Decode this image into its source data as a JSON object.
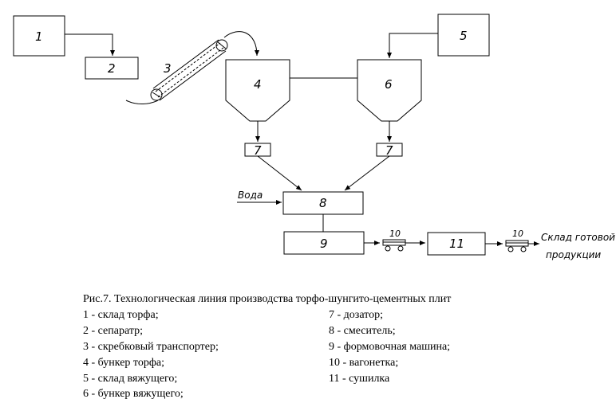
{
  "diagram": {
    "labels": {
      "n1": "1",
      "n2": "2",
      "n3": "3",
      "n4": "4",
      "n5": "5",
      "n6": "6",
      "n7a": "7",
      "n7b": "7",
      "n8": "8",
      "n9": "9",
      "n10a": "10",
      "n10b": "10",
      "n11": "11",
      "water": "Вода",
      "warehouse_line1": "Склад готовой",
      "warehouse_line2": "продукции"
    }
  },
  "caption": {
    "title": "Рис.7. Технологическая линия производства торфо-шунгито-цементных плит",
    "legend_left": [
      "1 - склад торфа;",
      "2 - сепаратр;",
      "3 - скребковый транспортер;",
      "4 - бункер торфа;",
      "5 - склад вяжущего;",
      "6 - бункер вяжущего;"
    ],
    "legend_right": [
      "7 - дозатор;",
      "8 - смеситель;",
      "9 - формовочная машина;",
      "10 - вагонетка;",
      "11 - сушилка"
    ]
  }
}
